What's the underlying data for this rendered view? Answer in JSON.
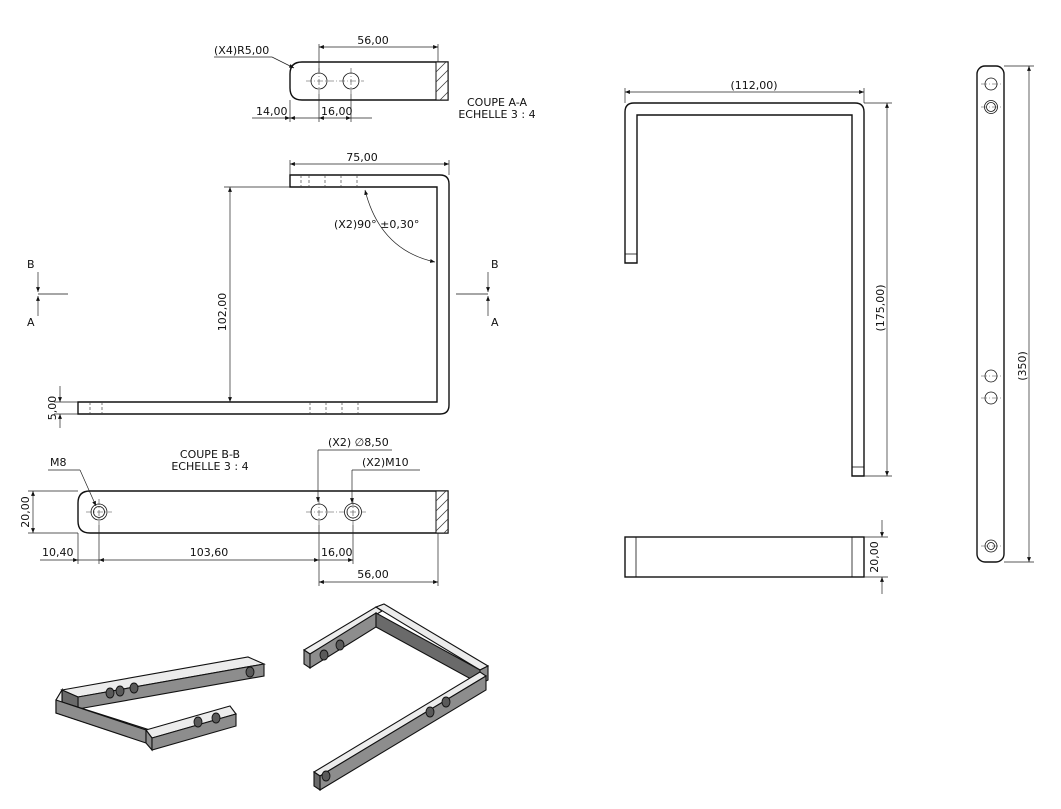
{
  "section_a": {
    "radius_note": "(X4)R5,00",
    "dim_56": "56,00",
    "dim_14": "14,00",
    "dim_16": "16,00",
    "title": "COUPE A-A",
    "scale": "ECHELLE 3 : 4"
  },
  "front_view": {
    "dim_75": "75,00",
    "angle_note": "(X2)90° ±0,30°",
    "dim_102": "102,00",
    "dim_5": "5,00"
  },
  "section_markers": {
    "left_top": "B",
    "left_bottom": "A",
    "right_top": "B",
    "right_bottom": "A"
  },
  "section_b": {
    "title": "COUPE B-B",
    "scale": "ECHELLE 3 : 4",
    "thread_m8": "M8",
    "hole_85": "(X2) ∅8,50",
    "thread_m10": "(X2)M10",
    "dim_20": "20,00",
    "dim_1040": "10,40",
    "dim_10360": "103,60",
    "dim_16": "16,00",
    "dim_56": "56,00"
  },
  "side_view": {
    "dim_112": "(112,00)",
    "dim_175": "(175,00)"
  },
  "bottom_view": {
    "dim_20": "20,00"
  },
  "flat_pattern": {
    "dim_350": "(350)"
  }
}
